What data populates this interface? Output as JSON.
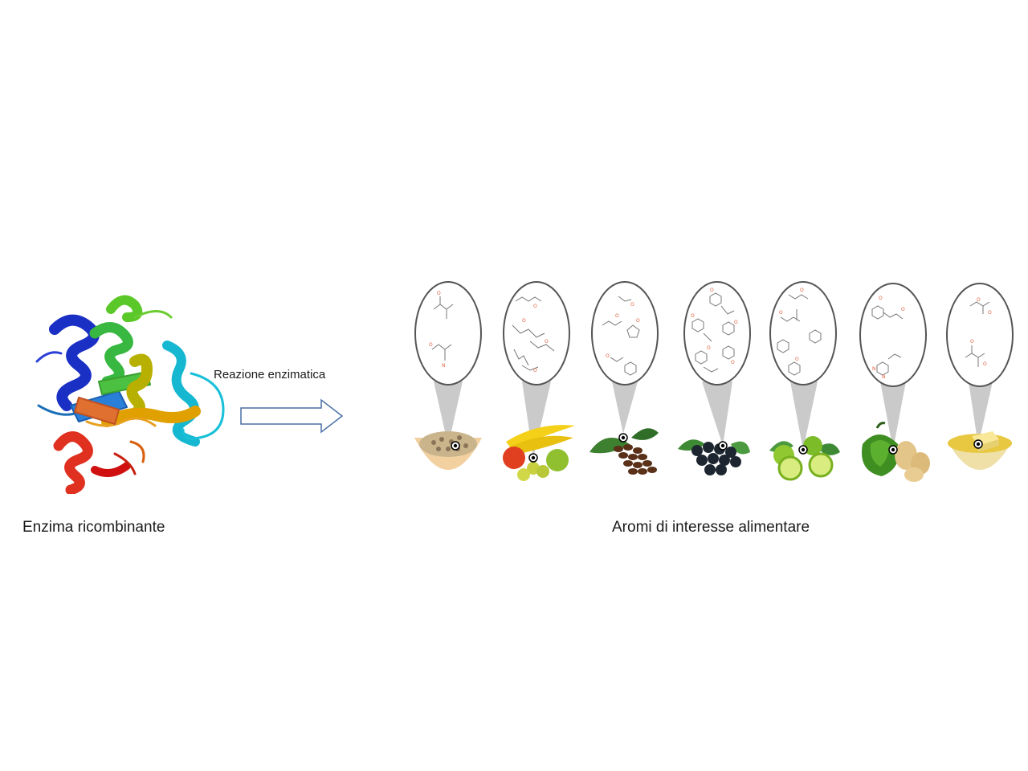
{
  "labels": {
    "enzyme": "Enzima ricombinante",
    "reaction": "Reazione enzimatica",
    "aromas": "Aromi di interesse alimentare"
  },
  "colors": {
    "arrow_stroke": "#4a6fa5",
    "bond": "#777777",
    "heteroatom": "#e06040"
  },
  "aroma_items": [
    {
      "food_icon": "oats-icon"
    },
    {
      "food_icon": "banana-fruit-icon"
    },
    {
      "food_icon": "coffee-beans-icon"
    },
    {
      "food_icon": "blueberries-icon"
    },
    {
      "food_icon": "lime-icon"
    },
    {
      "food_icon": "bell-pepper-potato-icon"
    },
    {
      "food_icon": "butter-icon"
    }
  ]
}
